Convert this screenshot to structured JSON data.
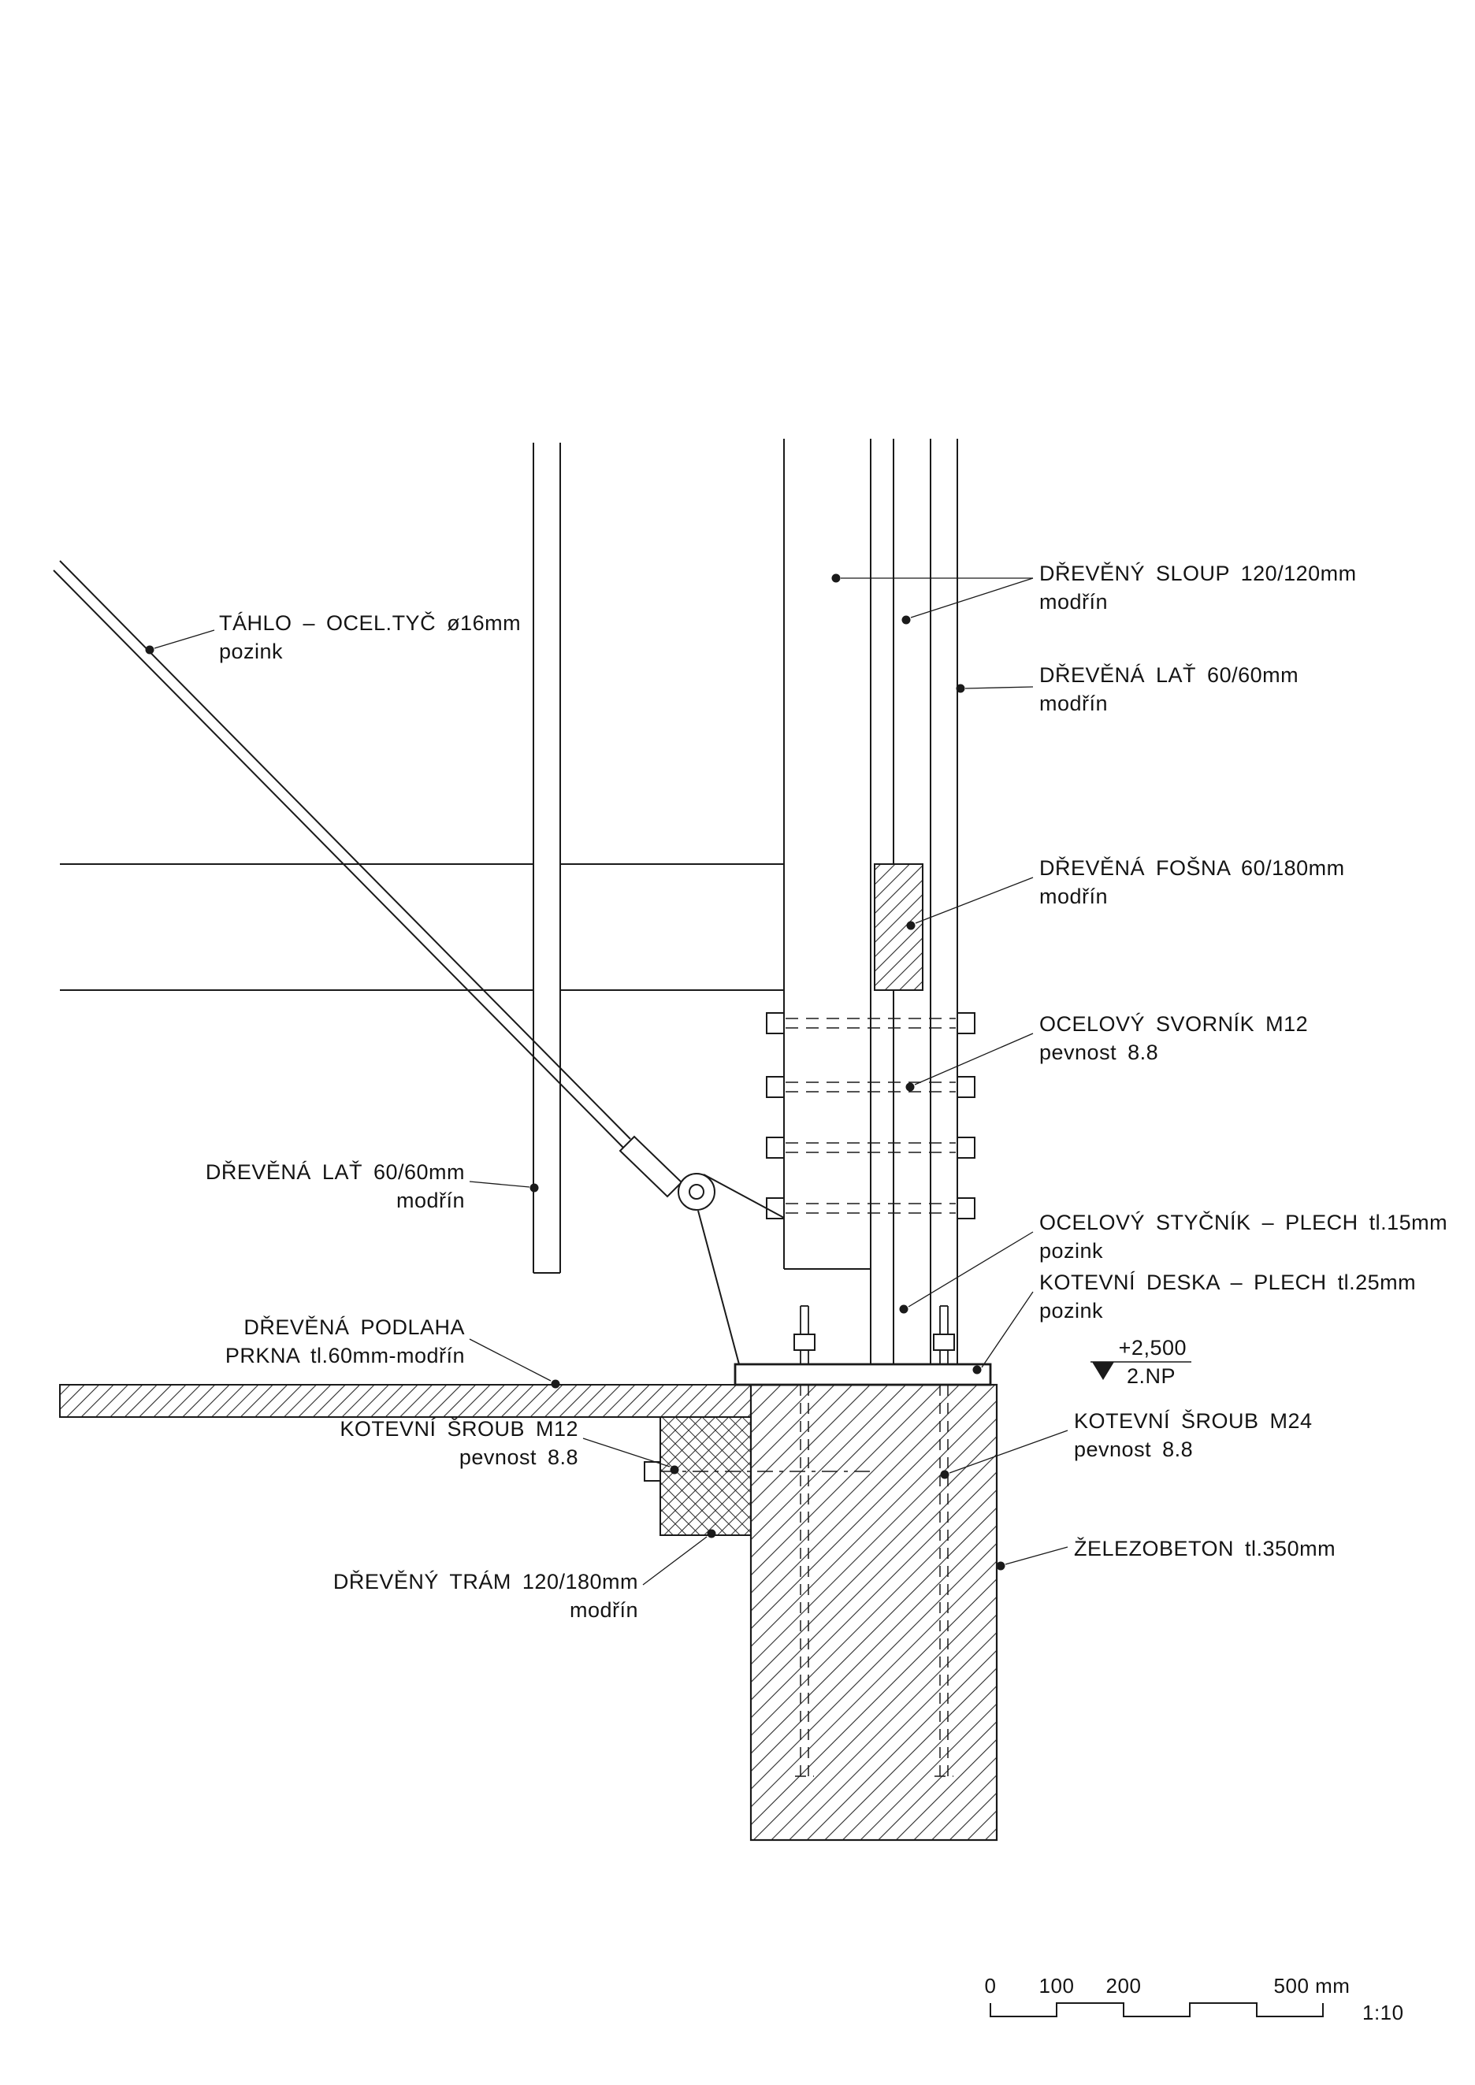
{
  "colors": {
    "ink": "#1a1a1a",
    "paper": "#ffffff"
  },
  "labels": {
    "sloup": {
      "l1": "DŘEVĚNÝ SLOUP 120/120mm",
      "l2": "modřín"
    },
    "lat_right": {
      "l1": "DŘEVĚNÁ LAŤ 60/60mm",
      "l2": "modřín"
    },
    "fosna": {
      "l1": "DŘEVĚNÁ FOŠNA 60/180mm",
      "l2": "modřín"
    },
    "svornik": {
      "l1": "OCELOVÝ SVORNÍK M12",
      "l2": "pevnost 8.8"
    },
    "stycnik": {
      "l1": "OCELOVÝ STYČNÍK – PLECH tl.15mm",
      "l2": "pozink"
    },
    "deska": {
      "l1": "KOTEVNÍ DESKA – PLECH tl.25mm",
      "l2": "pozink"
    },
    "sroub_m24": {
      "l1": "KOTEVNÍ ŠROUB M24",
      "l2": "pevnost 8.8"
    },
    "zelezobeton": {
      "l1": "ŽELEZOBETON tl.350mm"
    },
    "tahlo": {
      "l1": "TÁHLO – OCEL.TYČ ø16mm",
      "l2": "pozink"
    },
    "lat_left": {
      "l1": "DŘEVĚNÁ LAŤ 60/60mm",
      "l2": "modřín"
    },
    "podlaha": {
      "l1": "DŘEVĚNÁ PODLAHA",
      "l2": "PRKNA tl.60mm-modřín"
    },
    "sroub_m12": {
      "l1": "KOTEVNÍ ŠROUB M12",
      "l2": "pevnost 8.8"
    },
    "tram": {
      "l1": "DŘEVĚNÝ TRÁM 120/180mm",
      "l2": "modřín"
    }
  },
  "level": {
    "value": "+2,500",
    "floor": "2.NP"
  },
  "scale": {
    "t0": "0",
    "t100": "100",
    "t200": "200",
    "t500": "500 mm",
    "ratio": "1:10"
  }
}
